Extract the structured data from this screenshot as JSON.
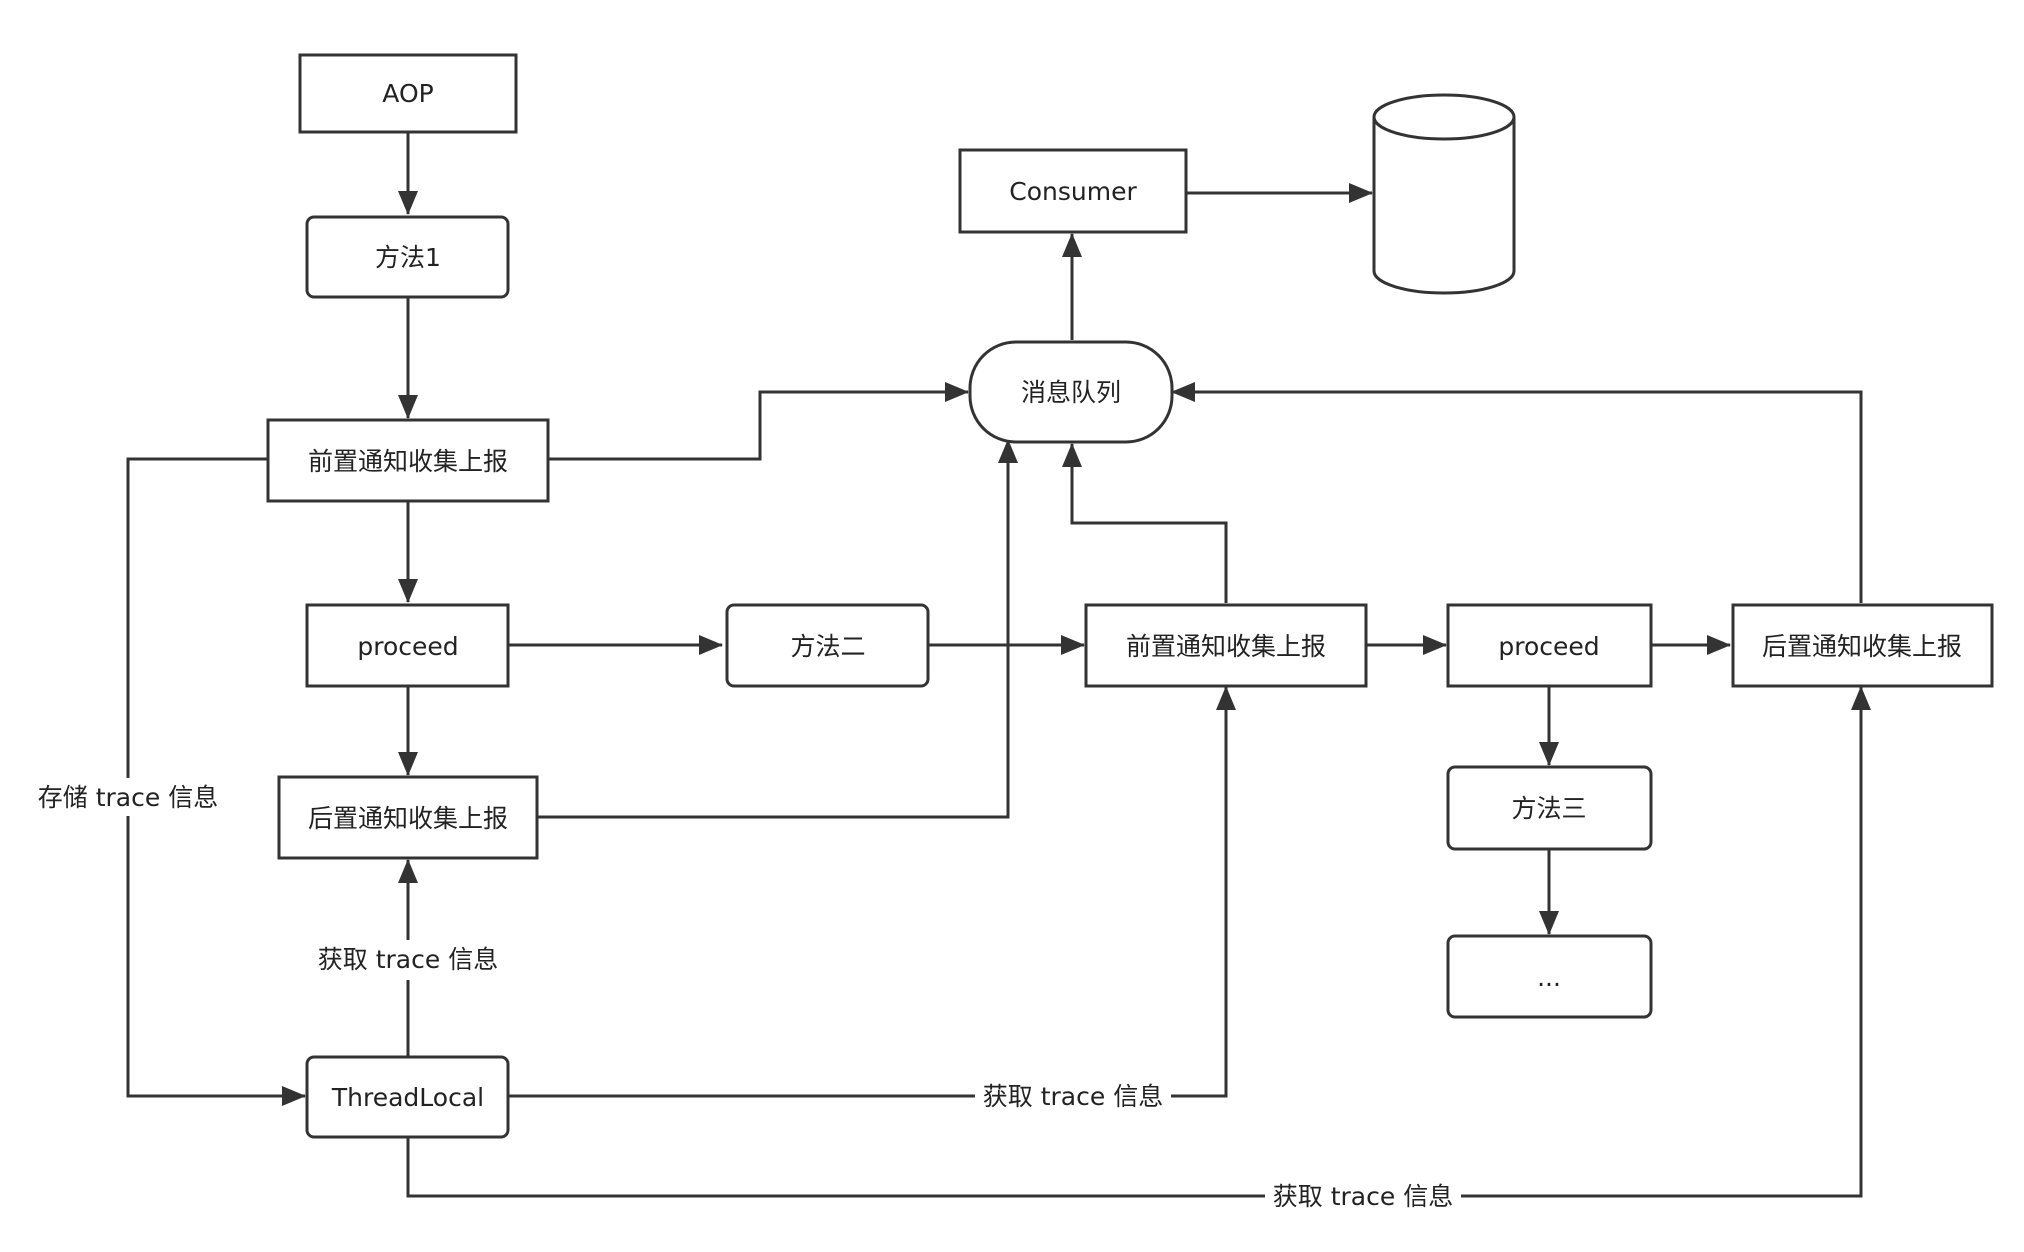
{
  "nodes": {
    "aop": "AOP",
    "method1": "方法1",
    "pre_report_1": "前置通知收集上报",
    "proceed_1": "proceed",
    "post_report_1": "后置通知收集上报",
    "threadlocal": "ThreadLocal",
    "method2": "方法二",
    "pre_report_2": "前置通知收集上报",
    "proceed_2": "proceed",
    "post_report_2": "后置通知收集上报",
    "method3": "方法三",
    "ellipsis": "...",
    "message_queue": "消息队列",
    "consumer": "Consumer"
  },
  "edge_labels": {
    "store_trace": "存储 trace 信息",
    "get_trace_left": "获取 trace 信息",
    "get_trace_middle": "获取 trace 信息",
    "get_trace_bottom": "获取 trace 信息"
  },
  "colors": {
    "stroke": "#333333",
    "text": "#222222",
    "background": "#ffffff"
  }
}
